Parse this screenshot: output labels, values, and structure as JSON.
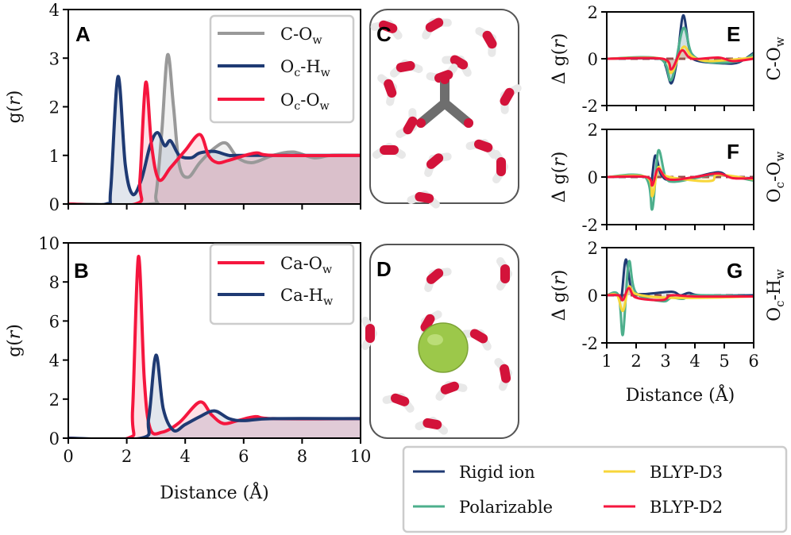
{
  "colors": {
    "grey": "#999999",
    "navy": "#1f3a73",
    "red": "#f5163e",
    "green": "#4daf8c",
    "yellow": "#f7d63a",
    "zero": "#7a1e1e"
  },
  "chart_data": [
    {
      "panel": "A",
      "type": "line",
      "ylabel": [
        "g(",
        "r",
        ")"
      ],
      "xlim": [
        0,
        10
      ],
      "ylim": [
        0,
        4
      ],
      "xticks": [
        0,
        2,
        4,
        6,
        8,
        10
      ],
      "yticks": [
        0,
        1,
        2,
        3,
        4
      ],
      "show_xticklabels": false,
      "legend_position": "top-right",
      "series": [
        {
          "name": [
            [
              "C-O",
              ""
            ],
            [
              "w",
              "sub"
            ]
          ],
          "color": "grey",
          "points": [
            [
              0,
              0
            ],
            [
              2.8,
              0
            ],
            [
              3.0,
              0.2
            ],
            [
              3.2,
              1.5
            ],
            [
              3.4,
              3.07
            ],
            [
              3.6,
              2.0
            ],
            [
              3.8,
              0.8
            ],
            [
              4.1,
              0.55
            ],
            [
              4.5,
              0.85
            ],
            [
              5.0,
              1.15
            ],
            [
              5.4,
              1.25
            ],
            [
              5.8,
              0.95
            ],
            [
              6.3,
              0.85
            ],
            [
              7,
              1.0
            ],
            [
              7.7,
              1.07
            ],
            [
              8.4,
              0.95
            ],
            [
              9,
              1.0
            ],
            [
              10,
              1.0
            ]
          ]
        },
        {
          "name": [
            [
              "O",
              ""
            ],
            [
              "c",
              "sub"
            ],
            [
              "-H",
              ""
            ],
            [
              "w",
              "sub"
            ]
          ],
          "color": "navy",
          "points": [
            [
              0,
              0
            ],
            [
              1.3,
              0
            ],
            [
              1.45,
              0.3
            ],
            [
              1.7,
              2.62
            ],
            [
              1.95,
              0.8
            ],
            [
              2.2,
              0.2
            ],
            [
              2.5,
              0.5
            ],
            [
              2.8,
              1.2
            ],
            [
              3.05,
              1.47
            ],
            [
              3.3,
              1.2
            ],
            [
              3.5,
              1.3
            ],
            [
              3.8,
              1.0
            ],
            [
              4.2,
              0.95
            ],
            [
              4.5,
              1.05
            ],
            [
              5.0,
              1.08
            ],
            [
              5.5,
              1.0
            ],
            [
              6,
              1.0
            ],
            [
              10,
              1.0
            ]
          ]
        },
        {
          "name": [
            [
              "O",
              ""
            ],
            [
              "c",
              "sub"
            ],
            [
              "-O",
              ""
            ],
            [
              "w",
              "sub"
            ]
          ],
          "color": "red",
          "points": [
            [
              0,
              0
            ],
            [
              2.3,
              0
            ],
            [
              2.45,
              0.5
            ],
            [
              2.65,
              2.5
            ],
            [
              2.85,
              1.2
            ],
            [
              3.1,
              0.5
            ],
            [
              3.5,
              0.75
            ],
            [
              4.0,
              1.1
            ],
            [
              4.5,
              1.43
            ],
            [
              4.8,
              1.0
            ],
            [
              5.1,
              0.85
            ],
            [
              5.5,
              0.9
            ],
            [
              6.4,
              1.05
            ],
            [
              7,
              1.0
            ],
            [
              10,
              1.0
            ]
          ]
        }
      ]
    },
    {
      "panel": "B",
      "type": "line",
      "xlabel": "Distance (Å)",
      "ylabel": [
        "g(",
        "r",
        ")"
      ],
      "xlim": [
        0,
        10
      ],
      "ylim": [
        0,
        10
      ],
      "xticks": [
        0,
        2,
        4,
        6,
        8,
        10
      ],
      "yticks": [
        0,
        2,
        4,
        6,
        8,
        10
      ],
      "show_xticklabels": true,
      "legend_position": "top-right",
      "series": [
        {
          "name": [
            [
              "Ca-O",
              ""
            ],
            [
              "w",
              "sub"
            ]
          ],
          "color": "red",
          "points": [
            [
              0,
              0
            ],
            [
              2.05,
              0
            ],
            [
              2.2,
              1.5
            ],
            [
              2.4,
              9.3
            ],
            [
              2.6,
              3
            ],
            [
              2.8,
              0.5
            ],
            [
              3.2,
              0.3
            ],
            [
              3.8,
              0.8
            ],
            [
              4.5,
              1.85
            ],
            [
              4.9,
              1.2
            ],
            [
              5.3,
              0.75
            ],
            [
              5.8,
              0.9
            ],
            [
              6.4,
              1.1
            ],
            [
              7,
              1.0
            ],
            [
              10,
              1.0
            ]
          ]
        },
        {
          "name": [
            [
              "Ca-H",
              ""
            ],
            [
              "w",
              "sub"
            ]
          ],
          "color": "navy",
          "points": [
            [
              0,
              0
            ],
            [
              2.5,
              0
            ],
            [
              2.75,
              1
            ],
            [
              3.0,
              4.25
            ],
            [
              3.25,
              1.5
            ],
            [
              3.6,
              0.4
            ],
            [
              4.0,
              0.7
            ],
            [
              4.5,
              1.1
            ],
            [
              5.0,
              1.4
            ],
            [
              5.5,
              1.0
            ],
            [
              6,
              0.9
            ],
            [
              7,
              1.0
            ],
            [
              10,
              1.0
            ]
          ]
        }
      ]
    },
    {
      "panel": "E",
      "type": "line",
      "ylabel": [
        "Δ g(",
        "r",
        ")"
      ],
      "side_label": [
        [
          "C-O",
          ""
        ],
        [
          "w",
          "sub"
        ]
      ],
      "xlim": [
        1,
        6
      ],
      "ylim": [
        -2,
        2
      ],
      "xticks": [
        1,
        2,
        3,
        4,
        5,
        6
      ],
      "yticks": [
        -2,
        0,
        2
      ],
      "show_xticklabels": false,
      "series": [
        {
          "name": "Rigid ion",
          "color": "navy",
          "points": [
            [
              1,
              0
            ],
            [
              2.8,
              0
            ],
            [
              3.0,
              -0.3
            ],
            [
              3.2,
              -1.05
            ],
            [
              3.4,
              0
            ],
            [
              3.6,
              1.85
            ],
            [
              3.8,
              0.5
            ],
            [
              4.0,
              -0.05
            ],
            [
              5,
              -0.2
            ],
            [
              5.5,
              -0.15
            ],
            [
              6,
              0.25
            ]
          ]
        },
        {
          "name": "Polarizable",
          "color": "green",
          "points": [
            [
              1,
              0
            ],
            [
              2.8,
              0
            ],
            [
              3.2,
              -0.9
            ],
            [
              3.6,
              1.3
            ],
            [
              3.9,
              0.2
            ],
            [
              4.5,
              -0.15
            ],
            [
              5.5,
              -0.1
            ],
            [
              6,
              0.2
            ]
          ]
        },
        {
          "name": "BLYP-D3",
          "color": "yellow",
          "points": [
            [
              1,
              0
            ],
            [
              2.9,
              0
            ],
            [
              3.2,
              -0.6
            ],
            [
              3.6,
              0.5
            ],
            [
              3.9,
              0.1
            ],
            [
              4.5,
              -0.1
            ],
            [
              6,
              0.05
            ]
          ]
        },
        {
          "name": "BLYP-D2",
          "color": "red",
          "points": [
            [
              1,
              0
            ],
            [
              2.9,
              0
            ],
            [
              3.2,
              -0.45
            ],
            [
              3.55,
              0.35
            ],
            [
              3.9,
              0.0
            ],
            [
              4.8,
              0.05
            ],
            [
              5.3,
              -0.1
            ],
            [
              6,
              0.0
            ]
          ]
        }
      ]
    },
    {
      "panel": "F",
      "type": "line",
      "ylabel": [
        "Δ g(",
        "r",
        ")"
      ],
      "side_label": [
        [
          "O",
          ""
        ],
        [
          "c",
          "sub"
        ],
        [
          "-O",
          ""
        ],
        [
          "w",
          "sub"
        ]
      ],
      "xlim": [
        1,
        6
      ],
      "ylim": [
        -2,
        2
      ],
      "xticks": [
        1,
        2,
        3,
        4,
        5,
        6
      ],
      "yticks": [
        -2,
        0,
        2
      ],
      "show_xticklabels": false,
      "series": [
        {
          "name": "Rigid ion",
          "color": "navy",
          "points": [
            [
              1,
              0
            ],
            [
              2.3,
              0
            ],
            [
              2.5,
              -0.3
            ],
            [
              2.65,
              0.9
            ],
            [
              2.85,
              0.1
            ],
            [
              3.2,
              -0.15
            ],
            [
              4,
              0
            ],
            [
              4.8,
              0.2
            ],
            [
              5.2,
              0
            ],
            [
              6,
              -0.05
            ]
          ]
        },
        {
          "name": "Polarizable",
          "color": "green",
          "points": [
            [
              1,
              0
            ],
            [
              2.3,
              0
            ],
            [
              2.55,
              -1.35
            ],
            [
              2.75,
              1.1
            ],
            [
              3.0,
              0
            ],
            [
              3.3,
              -0.2
            ],
            [
              4,
              -0.05
            ],
            [
              4.8,
              0.1
            ],
            [
              6,
              -0.15
            ]
          ]
        },
        {
          "name": "BLYP-D3",
          "color": "yellow",
          "points": [
            [
              1,
              0
            ],
            [
              2.35,
              0
            ],
            [
              2.55,
              -0.8
            ],
            [
              2.75,
              0.4
            ],
            [
              3.0,
              0.05
            ],
            [
              4.0,
              -0.15
            ],
            [
              4.6,
              -0.15
            ],
            [
              4.8,
              0.1
            ],
            [
              6,
              -0.1
            ]
          ]
        },
        {
          "name": "BLYP-D2",
          "color": "red",
          "points": [
            [
              1,
              0
            ],
            [
              2.35,
              0
            ],
            [
              2.55,
              -0.35
            ],
            [
              2.75,
              0.35
            ],
            [
              3.1,
              -0.1
            ],
            [
              4,
              0
            ],
            [
              4.8,
              0.15
            ],
            [
              5.3,
              -0.05
            ],
            [
              6,
              -0.05
            ]
          ]
        }
      ]
    },
    {
      "panel": "G",
      "type": "line",
      "xlabel": "Distance (Å)",
      "ylabel": [
        "Δ g(",
        "r",
        ")"
      ],
      "side_label": [
        [
          "O",
          ""
        ],
        [
          "c",
          "sub"
        ],
        [
          "-H",
          ""
        ],
        [
          "w",
          "sub"
        ]
      ],
      "xlim": [
        1,
        6
      ],
      "ylim": [
        -2,
        2
      ],
      "xticks": [
        1,
        2,
        3,
        4,
        5,
        6
      ],
      "yticks": [
        -2,
        0,
        2
      ],
      "show_xticklabels": true,
      "series": [
        {
          "name": "Rigid ion",
          "color": "navy",
          "points": [
            [
              1,
              0
            ],
            [
              1.4,
              0
            ],
            [
              1.5,
              -0.1
            ],
            [
              1.65,
              1.5
            ],
            [
              1.85,
              0.2
            ],
            [
              2.2,
              0.05
            ],
            [
              3.2,
              0.15
            ],
            [
              3.5,
              0
            ],
            [
              3.8,
              0.1
            ],
            [
              4.2,
              0
            ],
            [
              6,
              0
            ]
          ]
        },
        {
          "name": "Polarizable",
          "color": "green",
          "points": [
            [
              1,
              0
            ],
            [
              1.4,
              0
            ],
            [
              1.55,
              -1.65
            ],
            [
              1.75,
              1.4
            ],
            [
              2.0,
              0.1
            ],
            [
              2.9,
              -0.25
            ],
            [
              3.2,
              -0.1
            ],
            [
              3.6,
              -0.15
            ],
            [
              4,
              0
            ],
            [
              6,
              -0.05
            ]
          ]
        },
        {
          "name": "BLYP-D3",
          "color": "yellow",
          "points": [
            [
              1,
              0
            ],
            [
              1.35,
              0
            ],
            [
              1.55,
              -0.65
            ],
            [
              1.75,
              0.35
            ],
            [
              2.0,
              0.05
            ],
            [
              3,
              -0.1
            ],
            [
              4.5,
              -0.1
            ],
            [
              6,
              -0.05
            ]
          ]
        },
        {
          "name": "BLYP-D2",
          "color": "red",
          "points": [
            [
              1,
              0
            ],
            [
              1.4,
              0
            ],
            [
              1.55,
              -0.2
            ],
            [
              1.75,
              0.3
            ],
            [
              2.0,
              -0.1
            ],
            [
              2.9,
              -0.2
            ],
            [
              3.2,
              0
            ],
            [
              4,
              -0.05
            ],
            [
              6,
              -0.05
            ]
          ]
        }
      ]
    }
  ],
  "snapshots": [
    {
      "panel": "C"
    },
    {
      "panel": "D"
    }
  ],
  "shared_legend": [
    {
      "name": "Rigid ion",
      "color": "navy"
    },
    {
      "name": "Polarizable",
      "color": "green"
    },
    {
      "name": "BLYP-D3",
      "color": "yellow"
    },
    {
      "name": "BLYP-D2",
      "color": "red"
    }
  ]
}
